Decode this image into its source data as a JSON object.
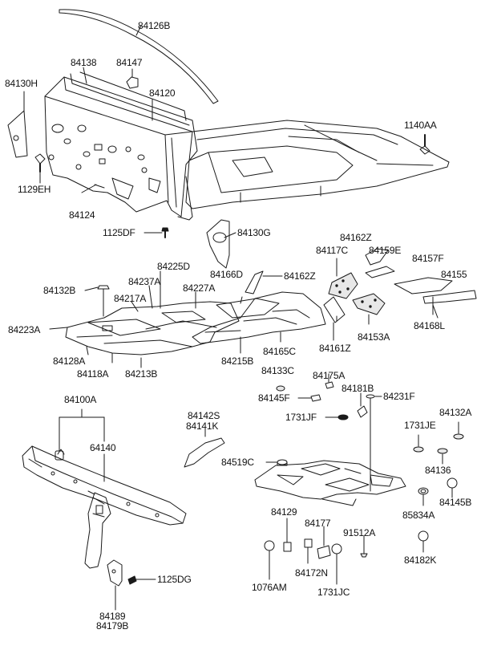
{
  "parts": {
    "p84126B": "84126B",
    "p84138": "84138",
    "p84147": "84147",
    "p84130H": "84130H",
    "p84120": "84120",
    "p1140AA": "1140AA",
    "p1129EH": "1129EH",
    "p84124": "84124",
    "p1125DF": "1125DF",
    "p84130G": "84130G",
    "p84162Z_a": "84162Z",
    "p84117C": "84117C",
    "p84159E": "84159E",
    "p84157F": "84157F",
    "p84225D": "84225D",
    "p84166D": "84166D",
    "p84162Z_b": "84162Z",
    "p84155": "84155",
    "p84237A": "84237A",
    "p84227A": "84227A",
    "p84132B": "84132B",
    "p84217A": "84217A",
    "p84223A": "84223A",
    "p84168L": "84168L",
    "p84153A": "84153A",
    "p84128A": "84128A",
    "p84161Z": "84161Z",
    "p84165C": "84165C",
    "p84215B": "84215B",
    "p84118A": "84118A",
    "p84213B": "84213B",
    "p84133C": "84133C",
    "p84175A": "84175A",
    "p84181B": "84181B",
    "p84145F": "84145F",
    "p84231F": "84231F",
    "p84100A": "84100A",
    "p1731JF": "1731JF",
    "p84132A": "84132A",
    "p84142S": "84142S",
    "p84141K": "84141K",
    "p1731JE": "1731JE",
    "p64140": "64140",
    "p84519C": "84519C",
    "p84136": "84136",
    "p84145B": "84145B",
    "p85834A": "85834A",
    "p84129": "84129",
    "p84177": "84177",
    "p91512A": "91512A",
    "p84182K": "84182K",
    "p84172N": "84172N",
    "p1076AM": "1076AM",
    "p1731JC": "1731JC",
    "p1125DG": "1125DG",
    "p84189": "84189",
    "p84179B": "84179B"
  }
}
